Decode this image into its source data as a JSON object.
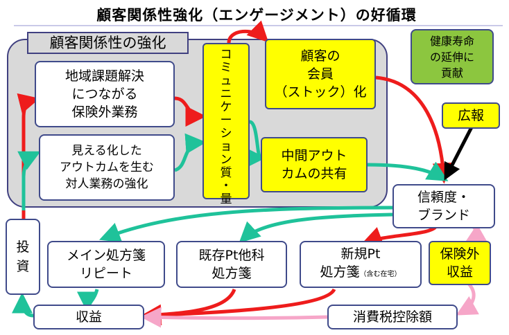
{
  "title": "顧客関係性強化（エンゲージメント）の好循環",
  "group": {
    "label": "顧客関係性の強化"
  },
  "nodes": {
    "community_issues": [
      "地域課題解決",
      "につながる",
      "保険外業務"
    ],
    "visible_outcomes": [
      "見える化した",
      "アウトカムを生む",
      "対人業務の強化"
    ],
    "communication": [
      "コ",
      "ミ",
      "ュ",
      "ニ",
      "ケ",
      "ー",
      "シ",
      "ョ",
      "ン",
      "質",
      "・",
      "量"
    ],
    "membership": [
      "顧客の",
      "会員",
      "（ストック）化"
    ],
    "outcome_sharing": [
      "中間アウト",
      "カムの共有"
    ],
    "health": [
      "健康寿命",
      "の延伸に",
      "貢献"
    ],
    "pr": "広報",
    "trust": [
      "信頼度・",
      "ブランド"
    ],
    "investment": [
      "投",
      "資"
    ],
    "main_repeat": [
      "メイン処方箋",
      "リピート"
    ],
    "existing_other": [
      "既存Pt他科",
      "処方箋"
    ],
    "new_pt_line1": "新規Pt",
    "new_pt_line2": "処方箋",
    "new_pt_note": "（含む在宅）",
    "non_insurance": [
      "保険外",
      "収益"
    ],
    "revenue": "収益",
    "tax_deduction": "消費税控除額"
  },
  "colors": {
    "red": "#ee1c1c",
    "teal": "#1fc29a",
    "pink": "#f6a6c8",
    "black": "#000000",
    "yellow": "#ffff00",
    "green": "#8cc63f",
    "border": "#3f4a8a"
  }
}
